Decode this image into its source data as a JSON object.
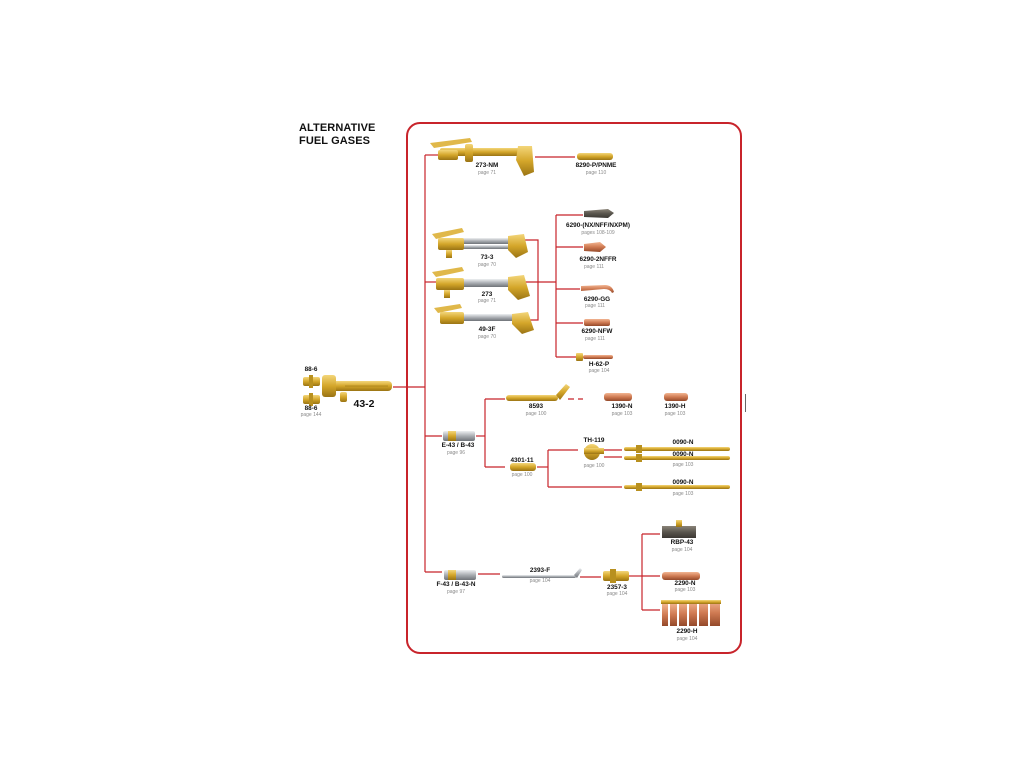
{
  "header": {
    "title_line1": "ALTERNATIVE",
    "title_line2": "FUEL GASES"
  },
  "colors": {
    "frame": "#c8242b",
    "connector": "#c8242b",
    "brass": "#d4a62a",
    "copper": "#c7734a",
    "chrome": "#b9bdc2"
  },
  "diagram": {
    "main_handle": {
      "part": "43-2"
    },
    "hose_fittings": [
      {
        "part": "88-6"
      },
      {
        "part": "88-6",
        "page": "page 144"
      }
    ],
    "attachments": {
      "cutting_273nm": {
        "part": "273-NM",
        "page": "page 71"
      },
      "tip_8290": {
        "part": "8290-P/PNME",
        "page": "page 110"
      },
      "cutting_73_3": {
        "part": "73-3",
        "page": "page 70"
      },
      "cutting_273": {
        "part": "273",
        "page": "page 71"
      },
      "cutting_49_3f": {
        "part": "49-3F",
        "page": "page 70"
      },
      "tip_6290_nx": {
        "part": "6290-(NX/NFF/NXPM)",
        "page": "pages 108-109"
      },
      "tip_6290_2nffr": {
        "part": "6290-2NFFR",
        "page": "page 111"
      },
      "tip_6290_gg": {
        "part": "6290-GG",
        "page": "page 111"
      },
      "tip_6290_nfw": {
        "part": "6290-NFW",
        "page": "page 111"
      },
      "tip_h62p": {
        "part": "H-62-P",
        "page": "page 104"
      },
      "mixer_e43": {
        "part": "E-43 / B-43",
        "page": "page 96"
      },
      "ext_8593": {
        "part": "8593",
        "page": "page 100"
      },
      "tip_1390n": {
        "part": "1390-N",
        "page": "page 103"
      },
      "tip_1390h": {
        "part": "1390-H",
        "page": "page 103"
      },
      "adapter_4301": {
        "part": "4301-11",
        "page": "page 100"
      },
      "manifold_th119": {
        "part": "TH-119",
        "page": "page 100"
      },
      "tip_0090_a": {
        "part": "0090-N"
      },
      "tip_0090_b": {
        "part": "0090-N",
        "page": "page 103"
      },
      "tip_0090_c": {
        "part": "0090-N",
        "page": "page 103"
      },
      "mixer_f43": {
        "part": "F-43 / B-43-N",
        "page": "page 97"
      },
      "tube_2393": {
        "part": "2393-F",
        "page": "page 104"
      },
      "adapter_2357": {
        "part": "2357-3",
        "page": "page 104"
      },
      "tip_rbp43": {
        "part": "RBP-43",
        "page": "page 104"
      },
      "tip_2290n": {
        "part": "2290-N",
        "page": "page 103"
      },
      "tip_2290h": {
        "part": "2290-H",
        "page": "page 104"
      }
    }
  }
}
